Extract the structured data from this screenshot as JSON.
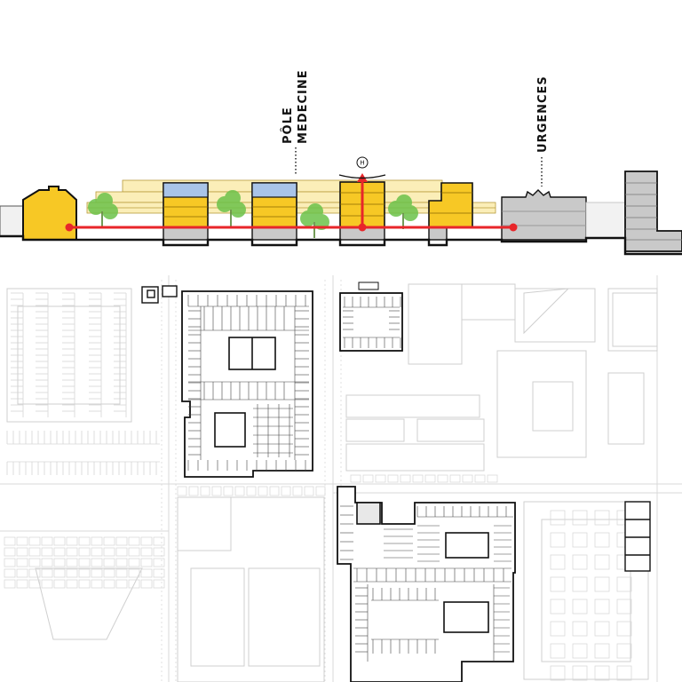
{
  "labels": {
    "pole_line1": "PÔLE",
    "pole_line2": "MEDECINE",
    "urgences": "URGENCES",
    "helipad": "H"
  },
  "colors": {
    "yellow": "#f7c825",
    "pale_yellow": "#fbeeb8",
    "blue": "#a9c4e8",
    "grey": "#c9c9c9",
    "tree": "#6cc24a",
    "red": "#e8262a",
    "ink": "#111111",
    "faint": "#cfcfcf"
  }
}
